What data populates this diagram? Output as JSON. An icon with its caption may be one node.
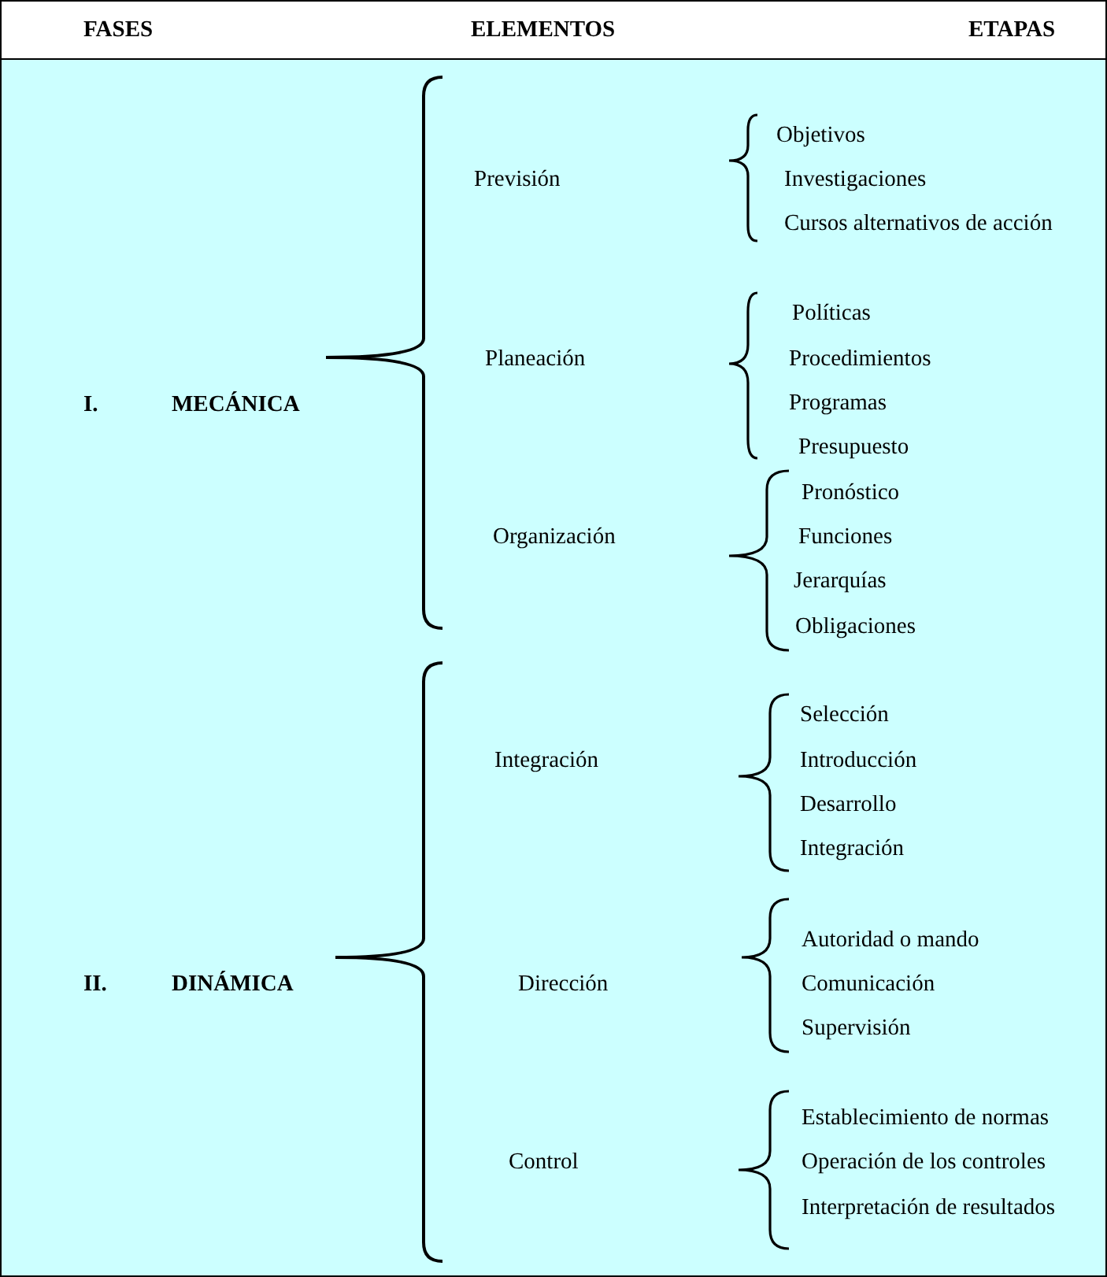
{
  "diagram": {
    "labels": [
      "FASES",
      "ELEMENTOS",
      "ETAPAS",
      "I.",
      "MECÁNICA",
      "Previsión",
      "Objetivos",
      "Investigaciones",
      "Cursos alternativos de acción",
      "Planeación",
      "Políticas",
      "Procedimientos",
      "Programas",
      "Presupuesto",
      "Organización",
      "Pronóstico",
      "Funciones",
      "Jerarquías",
      "Obligaciones",
      "II.",
      "DINÁMICA",
      "Integración",
      "Selección",
      "Introducción",
      "Desarrollo",
      "Integración",
      "Dirección",
      "Autoridad o mando",
      "Comunicación",
      "Supervisión",
      "Control",
      "Establecimiento de normas",
      "Operación de los controles",
      "Interpretación de resultados"
    ]
  }
}
